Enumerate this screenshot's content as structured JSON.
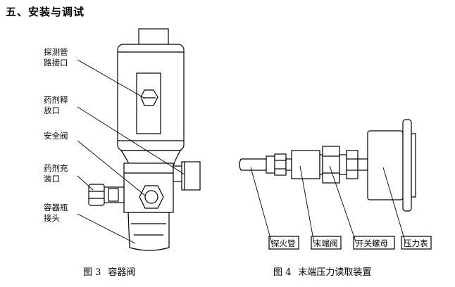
{
  "section_title": "五、安装与调试",
  "fig3": {
    "number": "图 3",
    "title": "容器阀",
    "labels": {
      "probe_port": [
        "探测管",
        "路接口"
      ],
      "agent_release": [
        "药剂释",
        "放口"
      ],
      "safety_valve": "安全阀",
      "fill_port": [
        "药剂充",
        "装口"
      ],
      "bottle_joint": [
        "容器瓶",
        "接头"
      ]
    }
  },
  "fig4": {
    "number": "图 4",
    "title": "末端压力读取装置",
    "labels": {
      "probe_tube": "探火管",
      "end_valve": "末端阀",
      "switch_nut": "开关螺母",
      "gauge": "压力表"
    }
  }
}
